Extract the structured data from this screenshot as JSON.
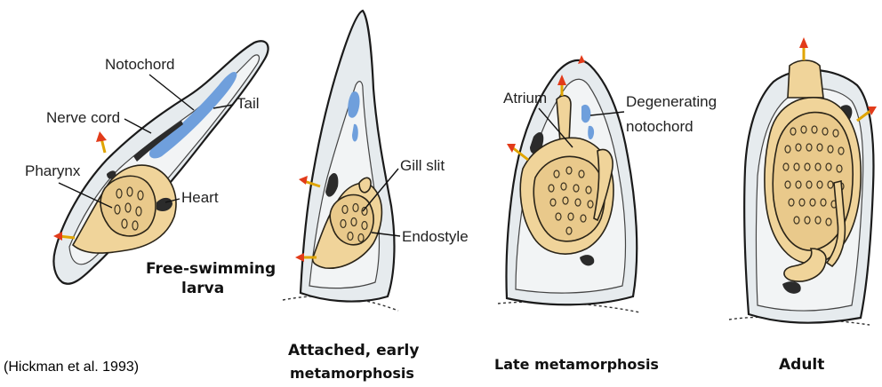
{
  "figure": {
    "stage_captions": {
      "larva": "Free-swimming larva",
      "larva_line1": "Free-swimming",
      "larva_line2": "larva",
      "attached_line1": "Attached, early",
      "attached_line2": "metamorphosis",
      "late": "Late metamorphosis",
      "adult": "Adult"
    },
    "labels": {
      "notochord": "Notochord",
      "nerve_cord": "Nerve cord",
      "tail": "Tail",
      "pharynx": "Pharynx",
      "heart": "Heart",
      "gill_slit": "Gill slit",
      "endostyle": "Endostyle",
      "atrium": "Atrium",
      "degenerating_line1": "Degenerating",
      "degenerating_line2": "notochord"
    },
    "citation": "(Hickman et al. 1993)",
    "colors": {
      "tunic": "#e6ebee",
      "body": "#f0d49a",
      "notochord": "#6f9fdc",
      "arrow": "#e23b1a"
    }
  }
}
